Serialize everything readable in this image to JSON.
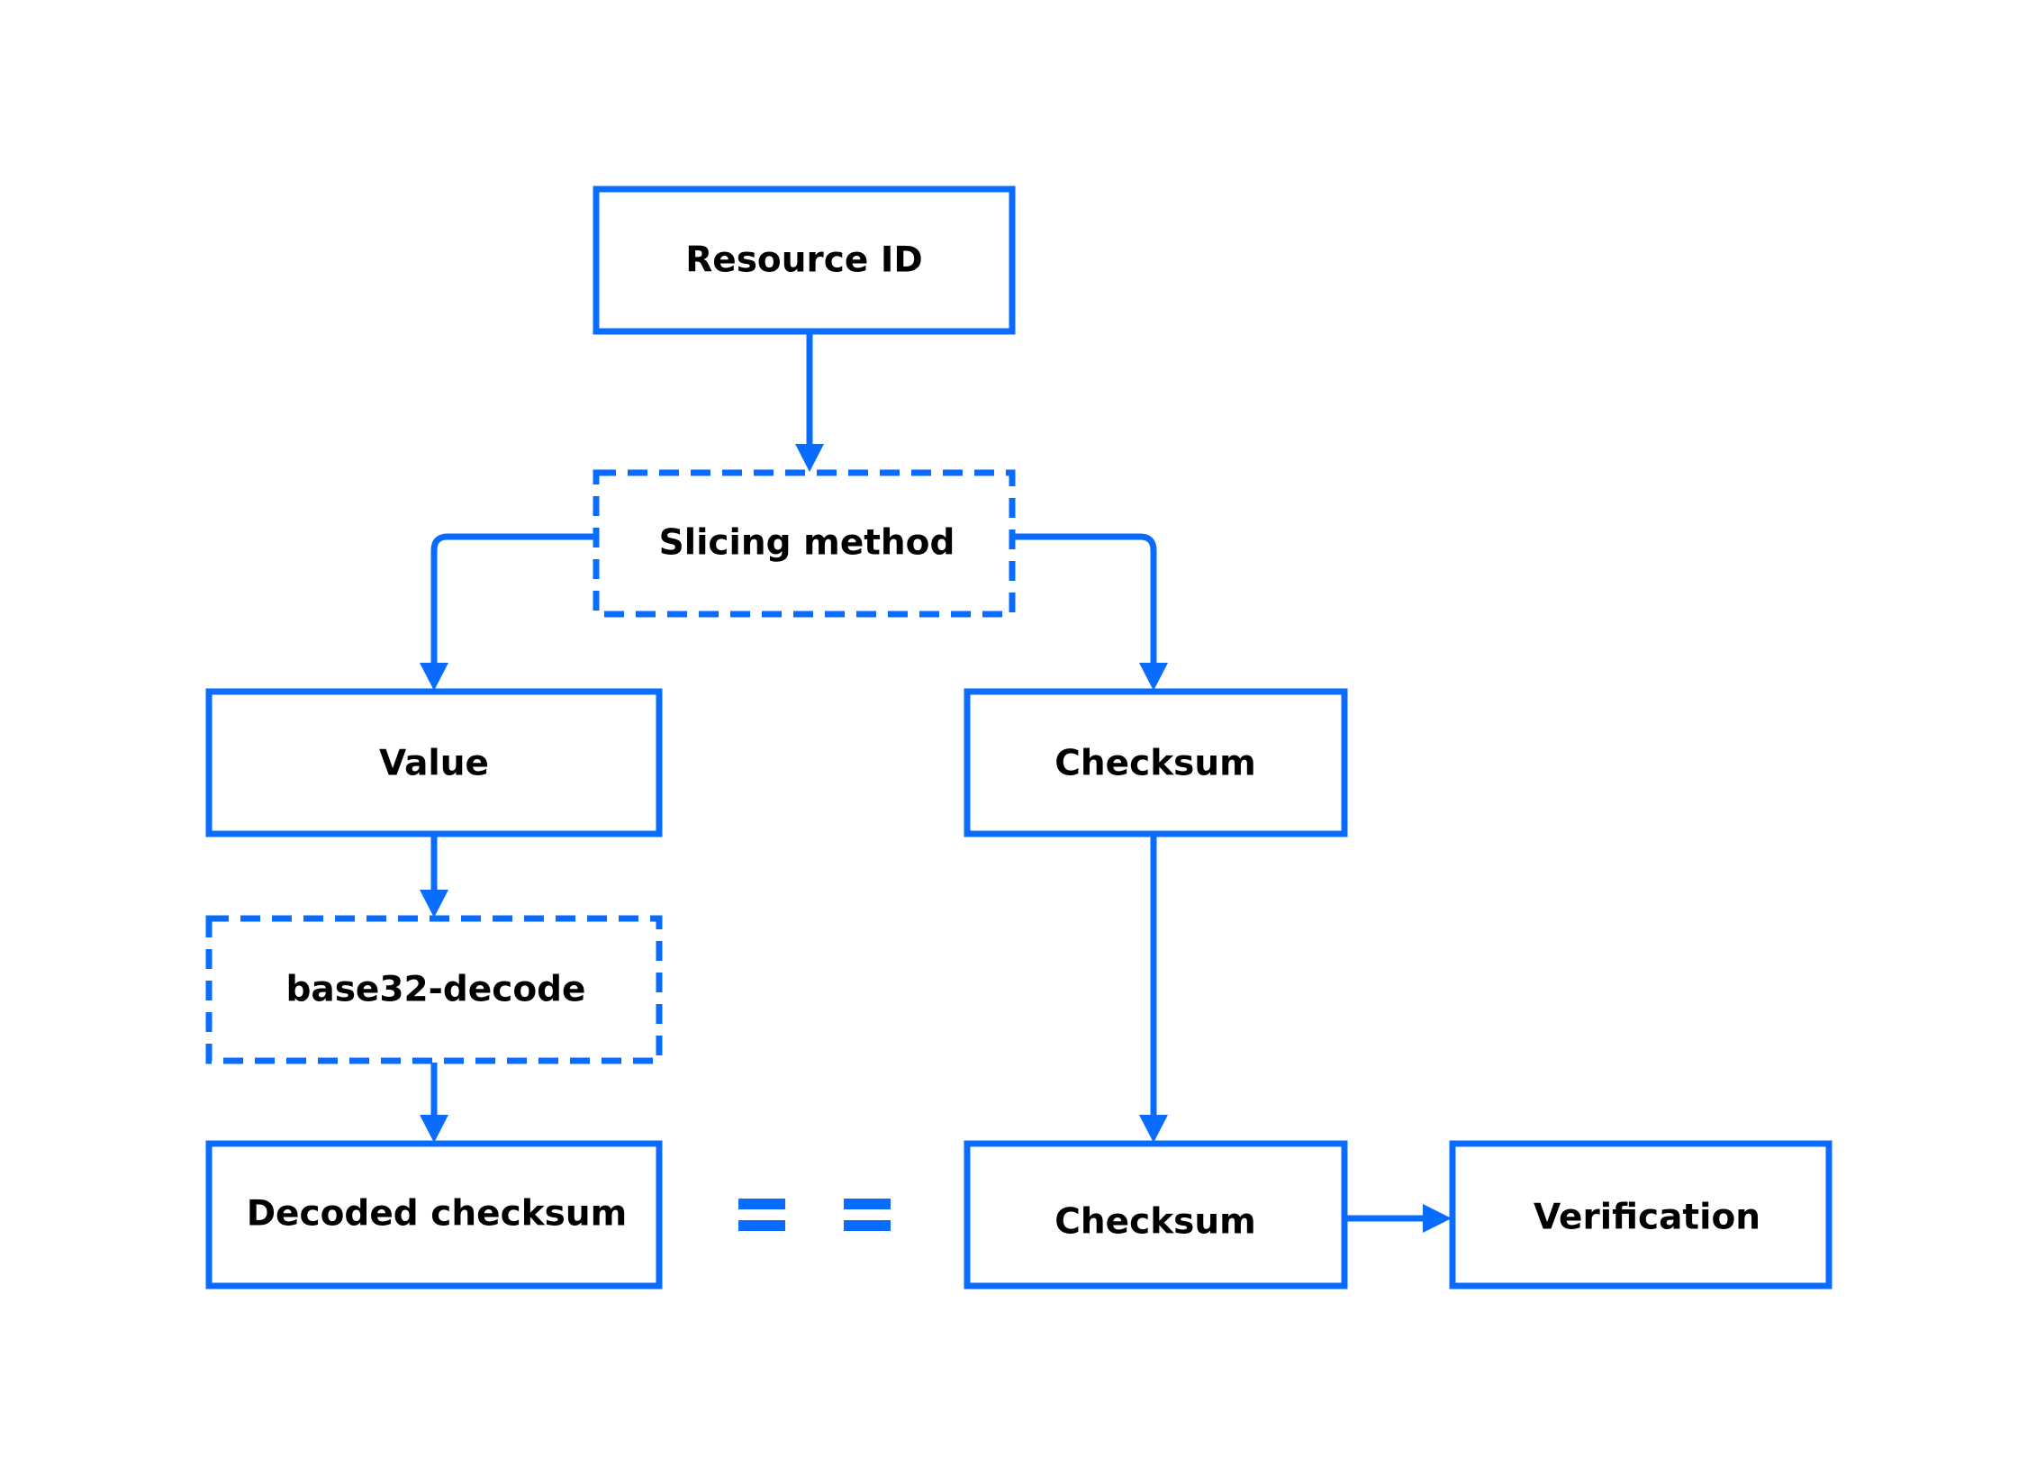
{
  "diagram": {
    "nodes": {
      "resource_id": "Resource ID",
      "slicing_method": "Slicing method",
      "value": "Value",
      "checksum_top": "Checksum",
      "base32_decode": "base32-decode",
      "decoded_checksum": "Decoded checksum",
      "checksum_bottom": "Checksum",
      "verification": "Verification"
    },
    "comparison_symbol": "= ="
  },
  "colors": {
    "accent": "#0a6cff",
    "text": "#000000",
    "background": "#ffffff"
  }
}
